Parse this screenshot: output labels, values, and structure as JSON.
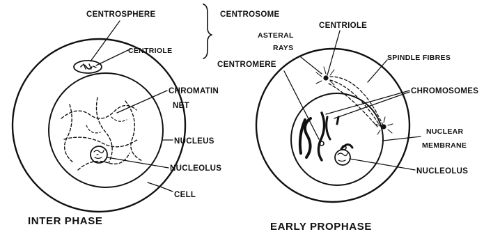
{
  "labels": {
    "centrosphere": "CENTROSPHERE",
    "centrosome": "CENTROSOME",
    "centriole_left": "CENTRIOLE",
    "chromatin_line1": "CHROMATIN",
    "chromatin_line2": "NET",
    "nucleus": "NUCLEUS",
    "nucleolus_left": "NUCLEOLUS",
    "cell": "CELL",
    "asteral_line1": "ASTERAL",
    "asteral_line2": "RAYS",
    "centriole_right": "CENTRIOLE",
    "centromere": "CENTROMERE",
    "spindle_fibres": "SPINDLE FIBRES",
    "chromosomes": "CHROMOSOMES",
    "nuclear_line1": "NUCLEAR",
    "nuclear_line2": "MEMBRANE",
    "nucleolus_right": "NUCLEOLUS"
  },
  "captions": {
    "left": "INTER PHASE",
    "right": "EARLY PROPHASE"
  }
}
